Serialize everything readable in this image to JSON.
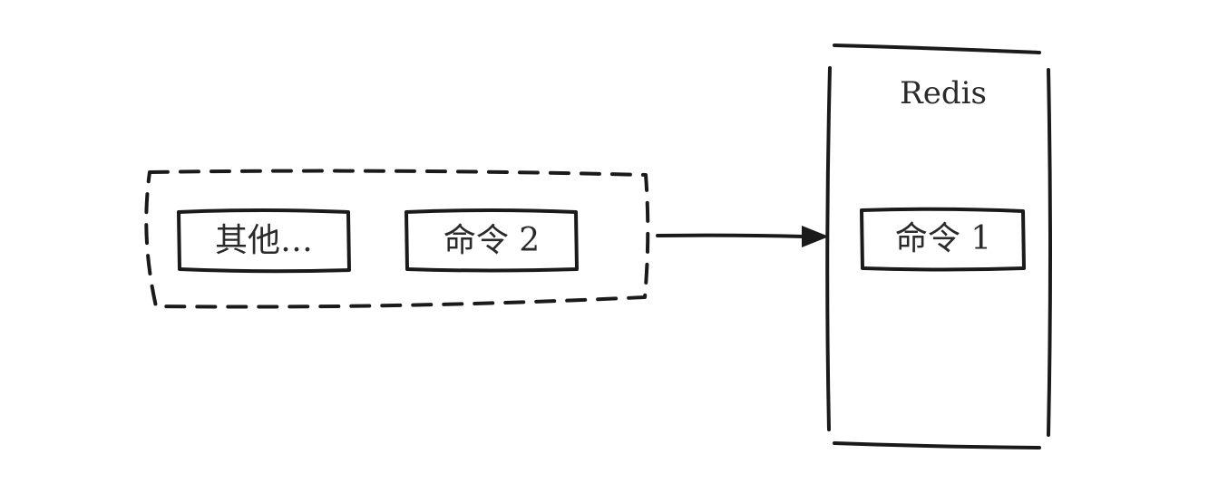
{
  "queue": {
    "items": [
      {
        "label": "其他…"
      },
      {
        "label": "命令 2"
      }
    ]
  },
  "server": {
    "title": "Redis",
    "current": {
      "label": "命令 1"
    }
  }
}
